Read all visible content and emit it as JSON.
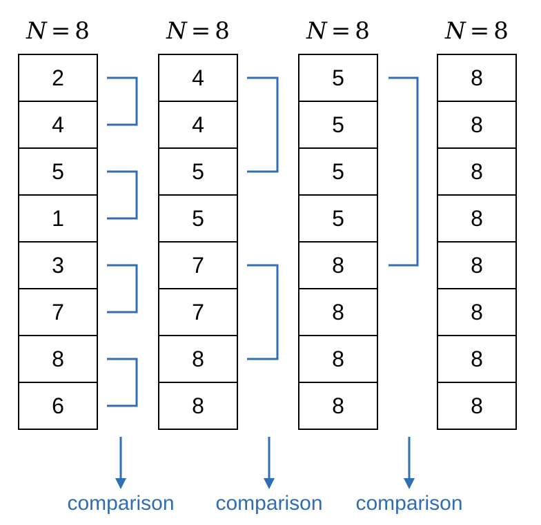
{
  "columns": [
    {
      "header": {
        "n_symbol": "N",
        "equals": "=",
        "value": "8"
      },
      "cells": [
        "2",
        "4",
        "5",
        "1",
        "3",
        "7",
        "8",
        "6"
      ]
    },
    {
      "header": {
        "n_symbol": "N",
        "equals": "=",
        "value": "8"
      },
      "cells": [
        "4",
        "4",
        "5",
        "5",
        "7",
        "7",
        "8",
        "8"
      ]
    },
    {
      "header": {
        "n_symbol": "N",
        "equals": "=",
        "value": "8"
      },
      "cells": [
        "5",
        "5",
        "5",
        "5",
        "8",
        "8",
        "8",
        "8"
      ]
    },
    {
      "header": {
        "n_symbol": "N",
        "equals": "=",
        "value": "8"
      },
      "cells": [
        "8",
        "8",
        "8",
        "8",
        "8",
        "8",
        "8",
        "8"
      ]
    }
  ],
  "steps": [
    {
      "label": "comparison",
      "group_size": 2
    },
    {
      "label": "comparison",
      "group_size": 4
    },
    {
      "label": "comparison",
      "group_size": 8
    }
  ],
  "colors": {
    "accent": "#2f6db5",
    "cell_border": "#000000",
    "text": "#000000"
  }
}
